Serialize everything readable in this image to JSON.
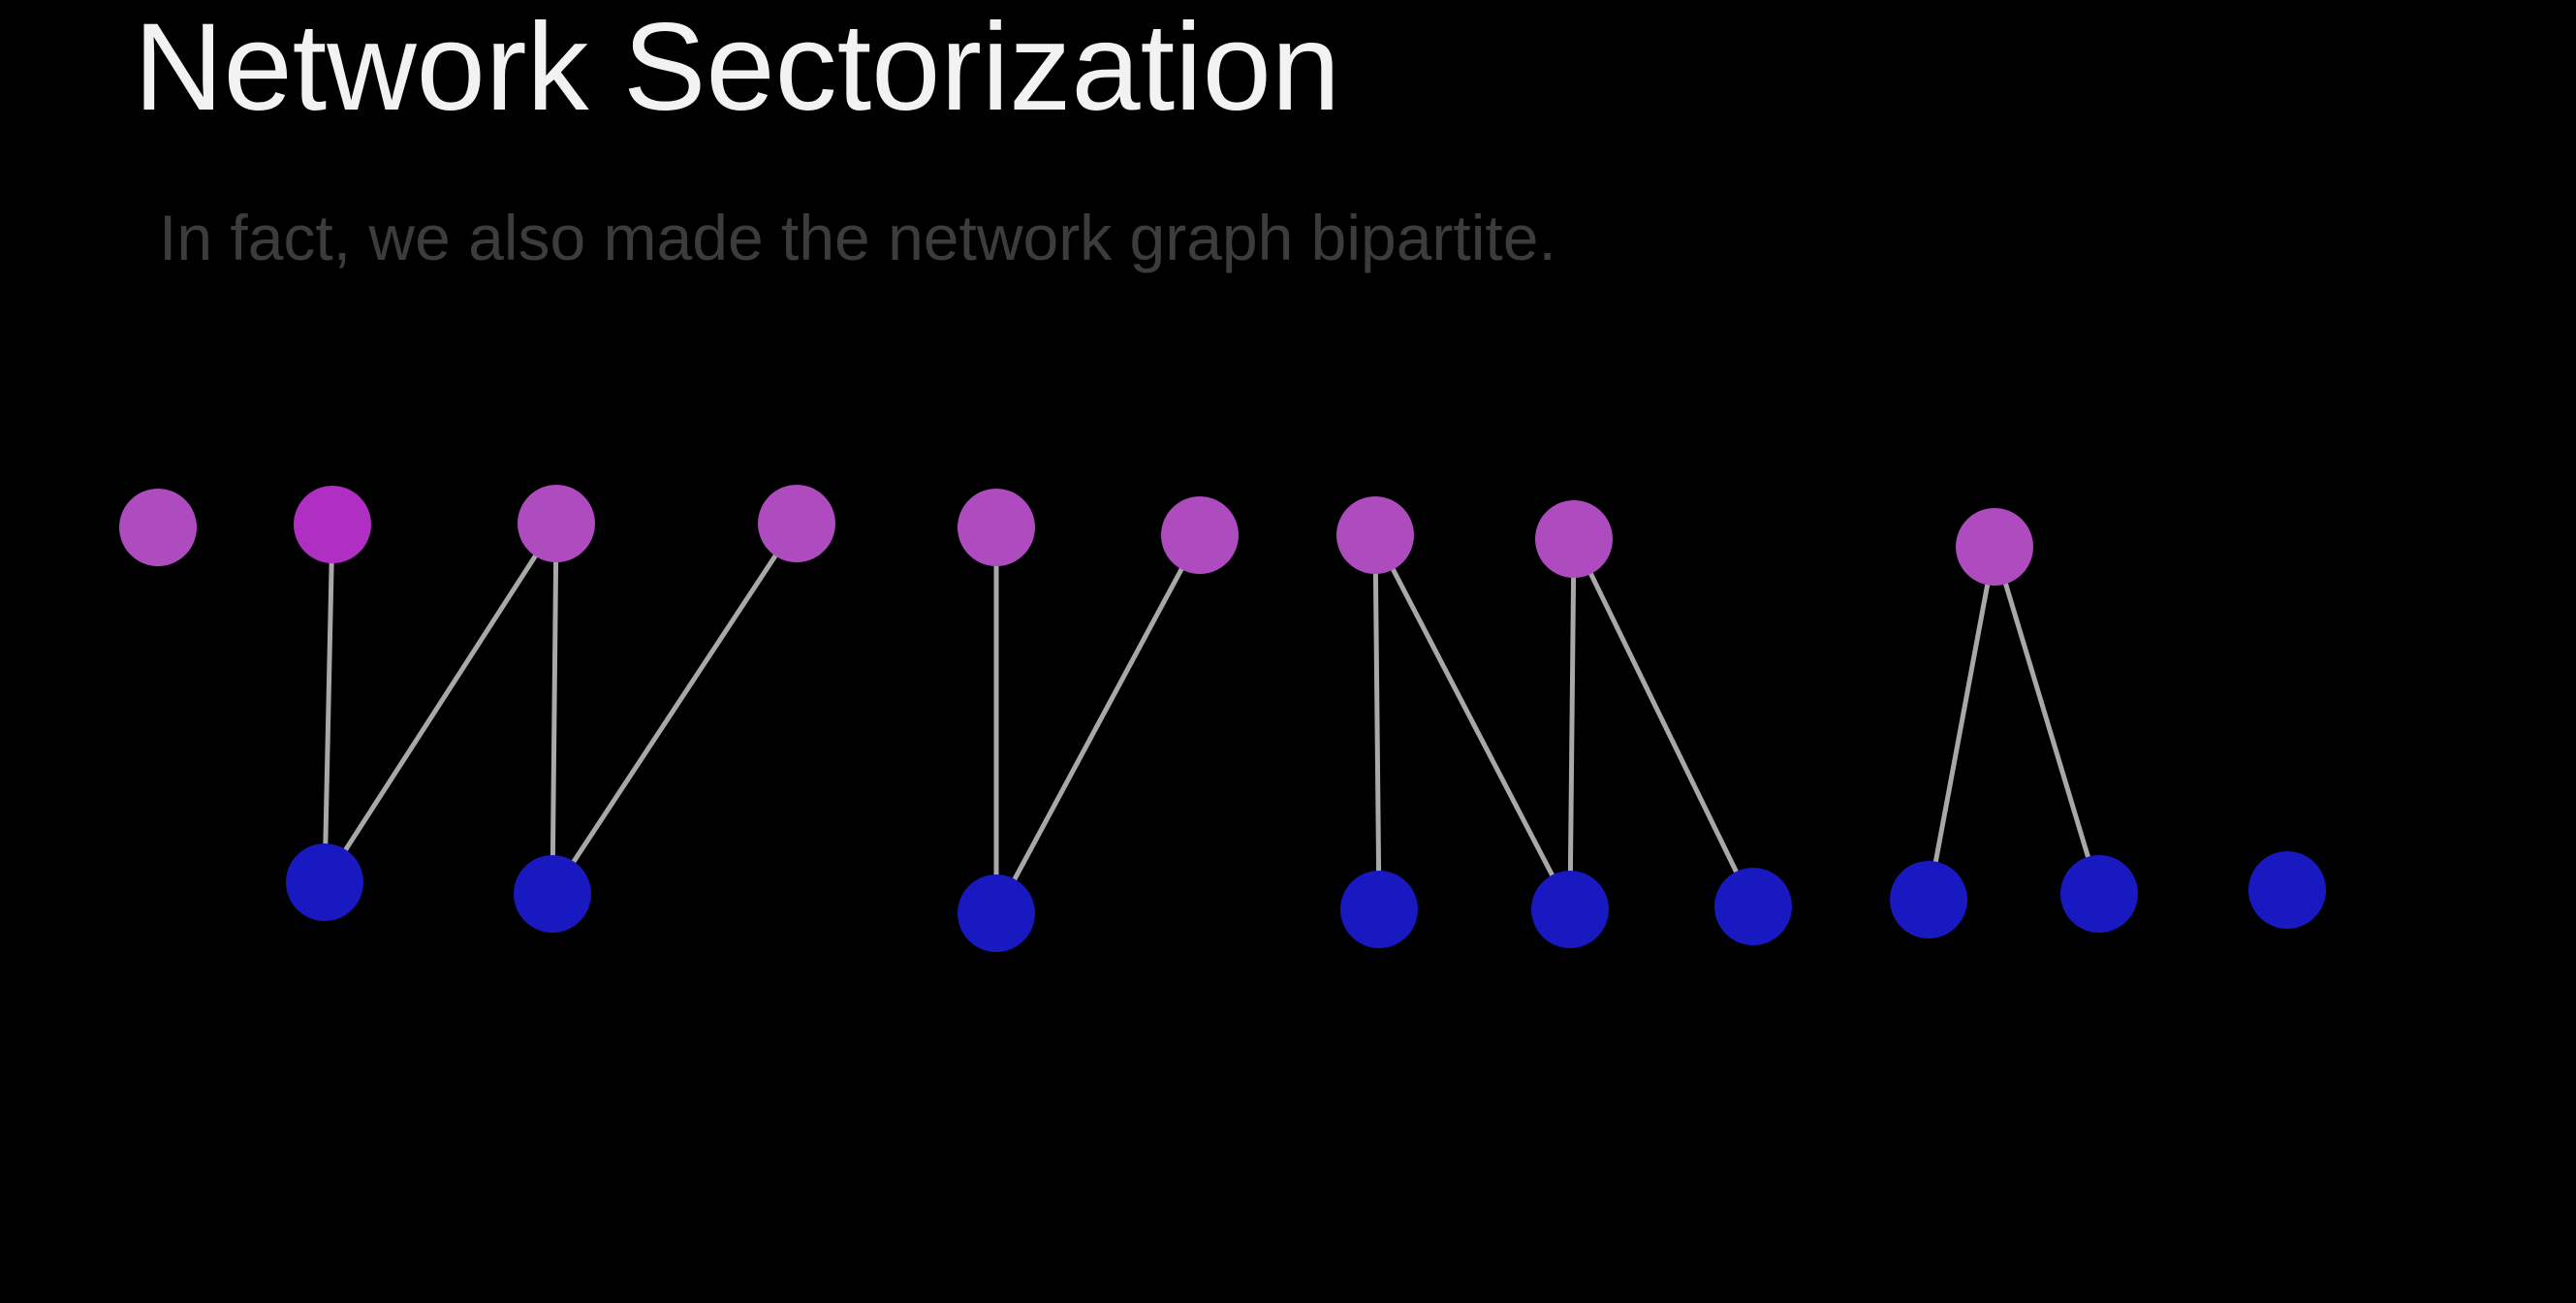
{
  "slide": {
    "title": "Network Sectorization",
    "subtitle": "In fact, we also made the network graph bipartite."
  },
  "colors": {
    "background": "#000000",
    "title": "#f2f2f2",
    "subtitle": "#3c3c3c",
    "edge": "#a8a8a8",
    "top_node": "#ad4bbf",
    "top_node_highlight": "#b02fc3",
    "bottom_node": "#1819c0"
  },
  "graph": {
    "bipartite": true,
    "top_nodes": [
      {
        "id": "t1"
      },
      {
        "id": "t2",
        "highlight": true
      },
      {
        "id": "t3"
      },
      {
        "id": "t4"
      },
      {
        "id": "t5"
      },
      {
        "id": "t6"
      },
      {
        "id": "t7"
      },
      {
        "id": "t8"
      },
      {
        "id": "t9"
      }
    ],
    "bottom_nodes": [
      {
        "id": "b1"
      },
      {
        "id": "b2"
      },
      {
        "id": "b3"
      },
      {
        "id": "b4"
      },
      {
        "id": "b5"
      },
      {
        "id": "b6"
      },
      {
        "id": "b7"
      },
      {
        "id": "b8"
      },
      {
        "id": "b9"
      }
    ],
    "edges": [
      [
        "t2",
        "b1"
      ],
      [
        "t3",
        "b1"
      ],
      [
        "t3",
        "b2"
      ],
      [
        "t4",
        "b2"
      ],
      [
        "t5",
        "b3"
      ],
      [
        "t6",
        "b3"
      ],
      [
        "t7",
        "b4"
      ],
      [
        "t7",
        "b5"
      ],
      [
        "t8",
        "b5"
      ],
      [
        "t8",
        "b6"
      ],
      [
        "t9",
        "b7"
      ],
      [
        "t9",
        "b8"
      ]
    ]
  }
}
